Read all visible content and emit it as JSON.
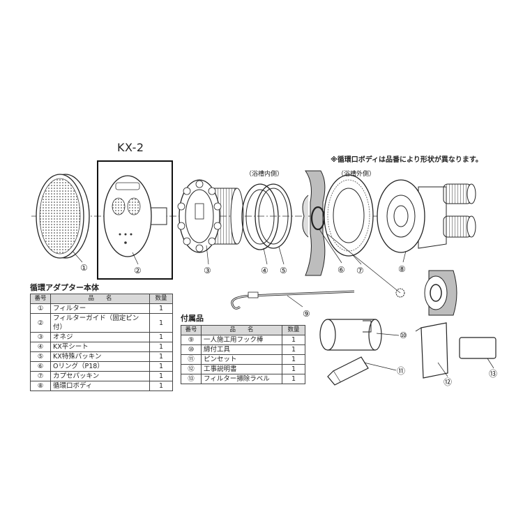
{
  "model_label": "KX-2",
  "note": "※循環口ボディは品番により形状が異なります。",
  "side_inner": "（浴槽内側）",
  "side_outer": "（浴槽外側）",
  "callouts": [
    "①",
    "②",
    "③",
    "④",
    "⑤",
    "⑥",
    "⑦",
    "⑧",
    "⑨",
    "⑩",
    "⑪",
    "⑫",
    "⑬"
  ],
  "table1": {
    "title": "循環アダプター本体",
    "headers": [
      "番号",
      "品　　名",
      "数量"
    ],
    "rows": [
      {
        "no": "①",
        "name": "フィルター",
        "qty": "1"
      },
      {
        "no": "②",
        "name": "フィルターガイド（固定ピン付）",
        "qty": "1"
      },
      {
        "no": "③",
        "name": "オネジ",
        "qty": "1"
      },
      {
        "no": "④",
        "name": "KX平シート",
        "qty": "1"
      },
      {
        "no": "⑤",
        "name": "KX特殊パッキン",
        "qty": "1"
      },
      {
        "no": "⑥",
        "name": "Oリング（P18）",
        "qty": "1"
      },
      {
        "no": "⑦",
        "name": "カプセパッキン",
        "qty": "1"
      },
      {
        "no": "⑧",
        "name": "循環口ボディ",
        "qty": "1"
      }
    ]
  },
  "table2": {
    "title": "付属品",
    "headers": [
      "番号",
      "品　　名",
      "数量"
    ],
    "rows": [
      {
        "no": "⑨",
        "name": "一人施工用フック棒",
        "qty": "1"
      },
      {
        "no": "⑩",
        "name": "締付工具",
        "qty": "1"
      },
      {
        "no": "⑪",
        "name": "ピンセット",
        "qty": "1"
      },
      {
        "no": "⑫",
        "name": "工事説明書",
        "qty": "1"
      },
      {
        "no": "⑬",
        "name": "フィルター掃除ラベル",
        "qty": "1"
      }
    ]
  },
  "colors": {
    "line": "#222222",
    "fill": "#ffffff",
    "shade": "#bdbdbd",
    "header": "#d9d9d9"
  }
}
